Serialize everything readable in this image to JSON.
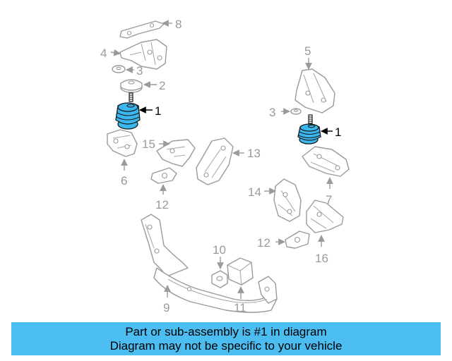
{
  "callouts": {
    "c1a": "1",
    "c1b": "1",
    "c2": "2",
    "c3a": "3",
    "c3b": "3",
    "c4": "4",
    "c5": "5",
    "c6": "6",
    "c7": "7",
    "c8": "8",
    "c9": "9",
    "c10": "10",
    "c11": "11",
    "c12a": "12",
    "c12b": "12",
    "c13": "13",
    "c14": "14",
    "c15": "15",
    "c16": "16"
  },
  "highlight_part": "1",
  "colors": {
    "highlight_fill": "#39b7ee",
    "banner_bg": "#4cbdf1",
    "line_gray": "#9a9a9a"
  },
  "banner": {
    "line1": "Part or sub-assembly is #1 in diagram",
    "line2": "Diagram may not be specific to your vehicle"
  }
}
